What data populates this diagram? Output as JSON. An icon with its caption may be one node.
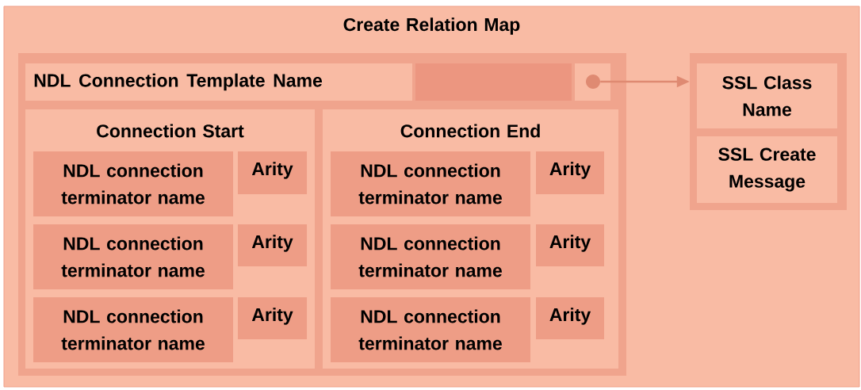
{
  "diagram": {
    "nodes": [
      {
        "text": [
          "Create Relation Map"
        ]
      },
      {
        "text": [],
        "shape": "box",
        "in": 0
      },
      {
        "text": [
          "NDL Connection Template Name"
        ],
        "in": 1
      },
      {
        "text": [],
        "shape": "circle",
        "in": 1
      },
      {
        "text": [
          "Connection Start"
        ],
        "in": 1
      },
      {
        "text": [
          "NDL connection terminator name"
        ],
        "in": 4
      },
      {
        "text": [
          "Arity"
        ],
        "in": 4
      },
      {
        "text": [
          "NDL connection terminator name"
        ],
        "in": 4
      },
      {
        "text": [
          "Arity"
        ],
        "in": 4
      },
      {
        "text": [
          "NDL connection terminator name"
        ],
        "in": 4
      },
      {
        "text": [
          "Arity"
        ],
        "in": 4
      },
      {
        "text": [
          "Connection End"
        ],
        "in": 1
      },
      {
        "text": [
          "NDL connection terminator name"
        ],
        "in": 11
      },
      {
        "text": [
          "Arity"
        ],
        "in": 11
      },
      {
        "text": [
          "NDL connection terminator name"
        ],
        "in": 11
      },
      {
        "text": [
          "Arity"
        ],
        "in": 11
      },
      {
        "text": [
          "NDL connection terminator name"
        ],
        "in": 11
      },
      {
        "text": [
          "Arity"
        ],
        "in": 11
      },
      {
        "text": [],
        "shape": "box",
        "in": 0
      },
      {
        "text": [
          "SSL Class Name"
        ],
        "in": 18
      },
      {
        "text": [
          "SSL Create Message"
        ],
        "in": 18
      }
    ],
    "edges": [
      {
        "from": 3,
        "to": 18,
        "arrow": "to"
      }
    ]
  }
}
